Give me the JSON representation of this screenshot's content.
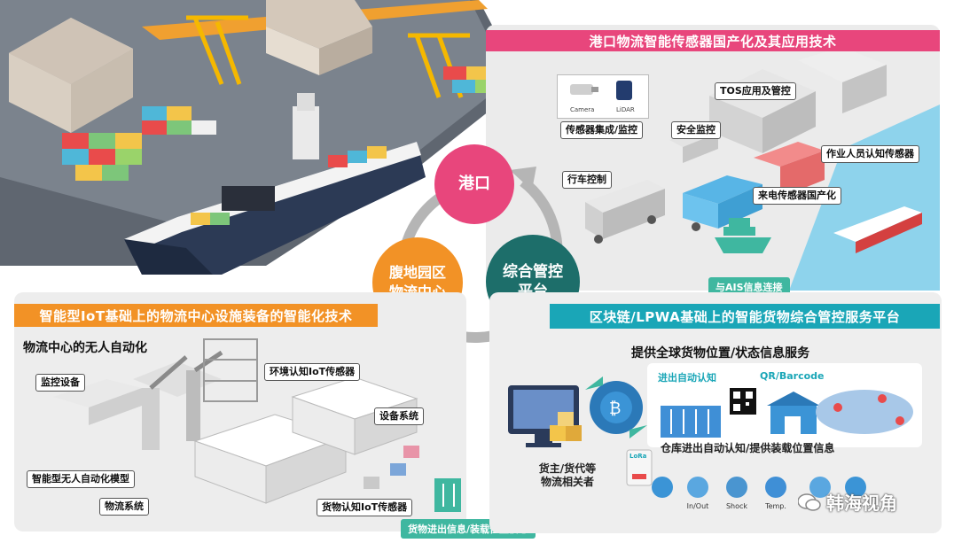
{
  "port_panel": {
    "banner": "港口物流智能传感器国产化及其应用技术",
    "tags": {
      "tos": "TOS应用及管控",
      "sensor_integration": "传感器集成/监控",
      "safety": "安全监控",
      "worker": "作业人员认知传感器",
      "crane": "行车控制",
      "power": "来电传感器国产化"
    },
    "camera_label": "Camera",
    "lidar_label": "LiDAR",
    "ais": "与AIS信息连接"
  },
  "cycle": {
    "port": "港口",
    "hinterland_line1": "腹地园区",
    "hinterland_line2": "物流中心",
    "platform_line1": "综合管控",
    "platform_line2": "平台"
  },
  "logistics_panel": {
    "banner": "智能型IoT基础上的物流中心设施装备的智能化技术",
    "heading": "物流中心的无人自动化",
    "tags": {
      "monitor": "监控设备",
      "env_sensor": "环境认知IoT传感器",
      "equipment": "设备系统",
      "model": "智能型无人自动化模型",
      "logistics_system": "物流系统",
      "cargo_sensor": "货物认知IoT传感器"
    },
    "cargo_info": "货物进出信息/装载位置信息"
  },
  "platform_panel": {
    "banner": "区块链/LPWA基础上的智能货物综合管控服务平台",
    "heading": "提供全球货物位置/状态信息服务",
    "auto_label": "进出自动认知",
    "qr_label": "QR/Barcode",
    "warehouse_text": "仓库进出自动认知/提供装载位置信息",
    "shipper_line1": "货主/货代等",
    "shipper_line2": "物流相关者",
    "lora": "LoRa",
    "icon_labels": [
      "In/Out",
      "Shock",
      "Temp."
    ]
  },
  "watermark": "韩海视角",
  "colors": {
    "pink": "#e8467c",
    "orange": "#f29226",
    "teal": "#1aa6b7",
    "dark_teal": "#1d6e6a",
    "light_green": "#3fb7a0"
  }
}
